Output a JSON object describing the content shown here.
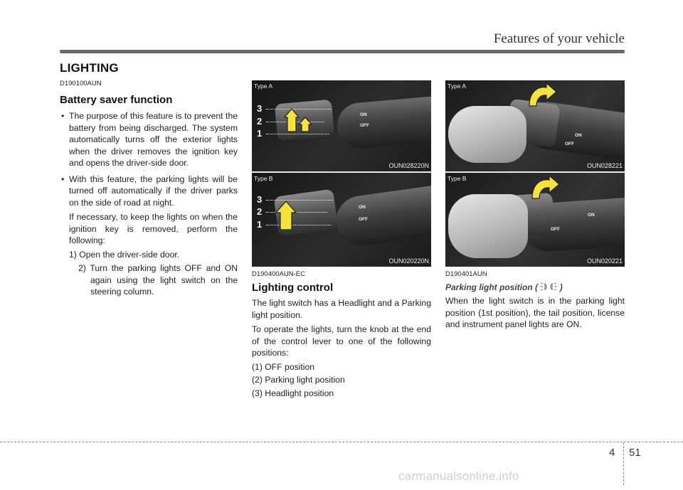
{
  "header": {
    "title": "Features of your vehicle"
  },
  "section_title": "LIGHTING",
  "col1": {
    "code": "D190100AUN",
    "heading": "Battery saver function",
    "bullet1": "The purpose of this feature is to prevent the battery from being discharged. The system automatically turns off the exterior lights when the driver removes the ignition key and opens the driver-side door.",
    "bullet2": "With this feature, the parking lights will be turned off automatically if the driver parks on the side of road at night.",
    "bullet2_cont": "If necessary, to keep the lights on when the ignition key is removed, perform the following:",
    "step1": "1) Open the driver-side door.",
    "step2": "2) Turn the parking lights OFF and ON again using the light switch on the steering column."
  },
  "col2": {
    "figA": {
      "label": "Type A",
      "caption": "OUN028220N",
      "n3": "3",
      "n2": "2",
      "n1": "1",
      "on": "ON",
      "off": "OFF"
    },
    "figB": {
      "label": "Type B",
      "caption": "OUN020220N",
      "n3": "3",
      "n2": "2",
      "n1": "1",
      "on": "ON",
      "off": "OFF"
    },
    "code": "D190400AUN-EC",
    "heading": "Lighting control",
    "p1": "The light switch has a Headlight and a Parking light position.",
    "p2": "To operate the lights, turn the knob at the end of the control lever to one of the following positions:",
    "items": [
      "(1) OFF position",
      "(2) Parking light position",
      "(3) Headlight position"
    ]
  },
  "col3": {
    "figA": {
      "label": "Type A",
      "caption": "OUN028221",
      "on": "ON",
      "off": "OFF"
    },
    "figB": {
      "label": "Type B",
      "caption": "OUN020221",
      "on": "ON",
      "off": "OFF"
    },
    "code": "D190401AUN",
    "heading_pre": "Parking light position (",
    "heading_post": ")",
    "p1": "When the light switch is in the parking light position (1st position), the tail position, license and instrument panel lights are ON."
  },
  "footer": {
    "section": "4",
    "page": "51"
  },
  "watermark": "carmanualsonline.info",
  "colors": {
    "rule": "#6a6a6a",
    "arrow_yellow": "#f5e23a",
    "panel_dark": "#1e1e1e"
  }
}
